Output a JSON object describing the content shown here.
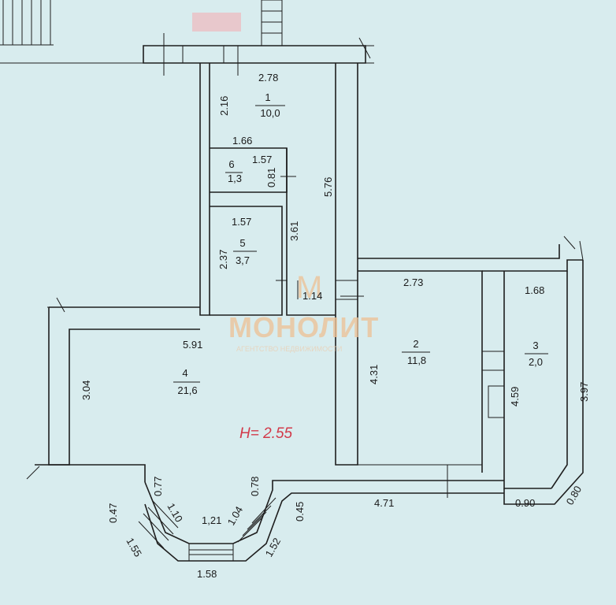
{
  "colors": {
    "background": "#d8ecee",
    "line": "#1e1e1e",
    "note": "#d23a4a",
    "watermark": "#ecc39a",
    "stamp": "#e8c8cc"
  },
  "watermark": {
    "letter": "М",
    "name": "МОНОЛИТ",
    "sub": "АГЕНТСТВО НЕДВИЖИМОСТИ"
  },
  "note": "H= 2.55",
  "rooms": [
    {
      "number": "1",
      "area": "10,0"
    },
    {
      "number": "6",
      "area": "1,3"
    },
    {
      "number": "5",
      "area": "3,7"
    },
    {
      "number": "4",
      "area": "21,6"
    },
    {
      "number": "2",
      "area": "11,8"
    },
    {
      "number": "3",
      "area": "2,0"
    }
  ],
  "dimensions": {
    "d278": "2.78",
    "d216": "2.16",
    "d166": "1.66",
    "d157a": "1.57",
    "d081": "0.81",
    "d576": "5.76",
    "d157b": "1.57",
    "d361": "3.61",
    "d237": "2.37",
    "d114": "1.14",
    "d273": "2.73",
    "d168": "1.68",
    "d591": "5.91",
    "d304": "3.04",
    "d431": "4.31",
    "d459": "4.59",
    "d397": "3.97",
    "d077": "0.77",
    "d078": "0.78",
    "d110": "1.10",
    "d121": "1,21",
    "d104": "1.04",
    "d045": "0.45",
    "d471": "4.71",
    "d090": "0.90",
    "d080": "0.80",
    "d047": "0.47",
    "d155": "1.55",
    "d152": "1.52",
    "d158": "1.58"
  }
}
